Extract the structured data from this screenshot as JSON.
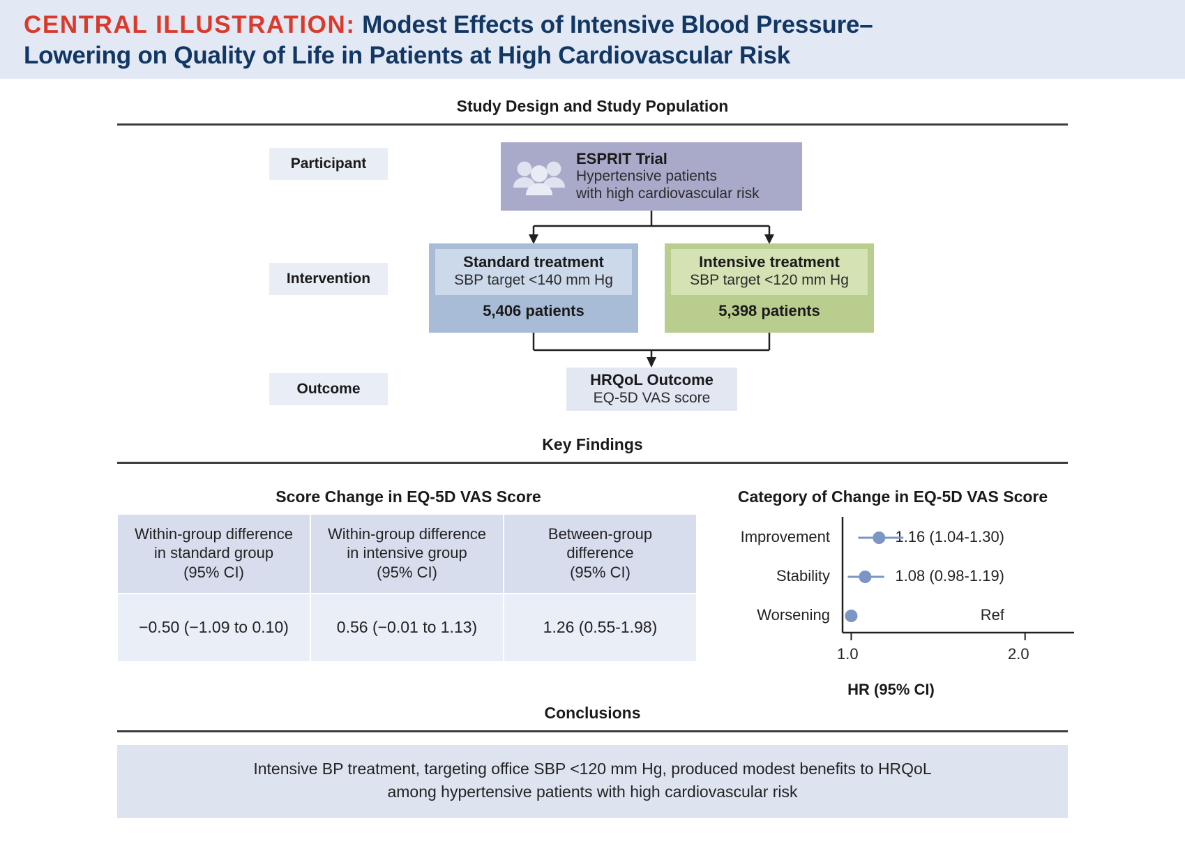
{
  "title": {
    "tag": "CENTRAL ILLUSTRATION:",
    "line1": " Modest Effects of Intensive Blood Pressure–",
    "line2": "Lowering on Quality of Life in Patients at High Cardiovascular Risk"
  },
  "sections": {
    "design_header": "Study Design and Study Population",
    "findings_header": "Key Findings",
    "conclusions_header": "Conclusions"
  },
  "design": {
    "row_labels": {
      "participant": "Participant",
      "intervention": "Intervention",
      "outcome": "Outcome"
    },
    "participant": {
      "icon": "people-icon",
      "title": "ESPRIT Trial",
      "line1": "Hypertensive patients",
      "line2": "with high cardiovascular risk"
    },
    "arms": [
      {
        "name": "Standard treatment",
        "target": "SBP target <140 mm Hg",
        "count": "5,406 patients",
        "color": "#a8bcd8",
        "inner_color": "#cbd9ea"
      },
      {
        "name": "Intensive treatment",
        "target": "SBP target <120 mm Hg",
        "count": "5,398 patients",
        "color": "#b9cd8e",
        "inner_color": "#d4e2b4"
      }
    ],
    "outcome": {
      "title": "HRQoL Outcome",
      "subtitle": "EQ-5D VAS score"
    }
  },
  "findings": {
    "left_panel_title": "Score Change in EQ-5D VAS Score",
    "right_panel_title": "Category of Change in EQ-5D VAS Score",
    "table": {
      "headers": [
        "Within-group difference\nin standard group\n(95% CI)",
        "Within-group difference\nin intensive group\n(95% CI)",
        "Between-group\ndifference\n(95% CI)"
      ],
      "header_lines": [
        [
          "Within-group difference",
          "in standard group",
          "(95% CI)"
        ],
        [
          "Within-group difference",
          "in intensive group",
          "(95% CI)"
        ],
        [
          "Between-group",
          "difference",
          "(95% CI)"
        ]
      ],
      "values": [
        "−0.50 (−1.09 to 0.10)",
        "0.56 (−0.01 to 1.13)",
        "1.26 (0.55-1.98)"
      ]
    },
    "hr_caption": "HR (95% CI)"
  },
  "chart_data": {
    "type": "scatter",
    "title": "Category of Change in EQ-5D VAS Score",
    "xlabel": "HR (95% CI)",
    "ylabel": "",
    "xlim": [
      0.95,
      2.25
    ],
    "xticks": [
      1.0,
      2.0
    ],
    "xtick_labels": [
      "1.0",
      "2.0"
    ],
    "grid": false,
    "marker_color": "#7b96c4",
    "categories": [
      "Improvement",
      "Stability",
      "Worsening"
    ],
    "points": [
      {
        "category": "Improvement",
        "estimate": 1.16,
        "ci_low": 1.04,
        "ci_high": 1.3,
        "label": "1.16 (1.04-1.30)",
        "reference": false
      },
      {
        "category": "Stability",
        "estimate": 1.08,
        "ci_low": 0.98,
        "ci_high": 1.19,
        "label": "1.08 (0.98-1.19)",
        "reference": false
      },
      {
        "category": "Worsening",
        "estimate": 1.0,
        "ci_low": 1.0,
        "ci_high": 1.0,
        "label": "Ref",
        "reference": true
      }
    ]
  },
  "conclusions": {
    "line1": "Intensive BP treatment, targeting office SBP <120 mm Hg, produced modest benefits to HRQoL",
    "line2": "among hypertensive patients with high cardiovascular risk"
  },
  "colors": {
    "banner_bg": "#e3e9f4",
    "title_navy": "#123763",
    "accent_red": "#d93a2b",
    "participant_purple": "#a9a9ca",
    "standard_blue": "#a8bcd8",
    "intensive_green": "#b9cd8e",
    "forest_blue": "#7b96c4",
    "table_header": "#d7dded",
    "table_cell": "#eaeef7"
  }
}
